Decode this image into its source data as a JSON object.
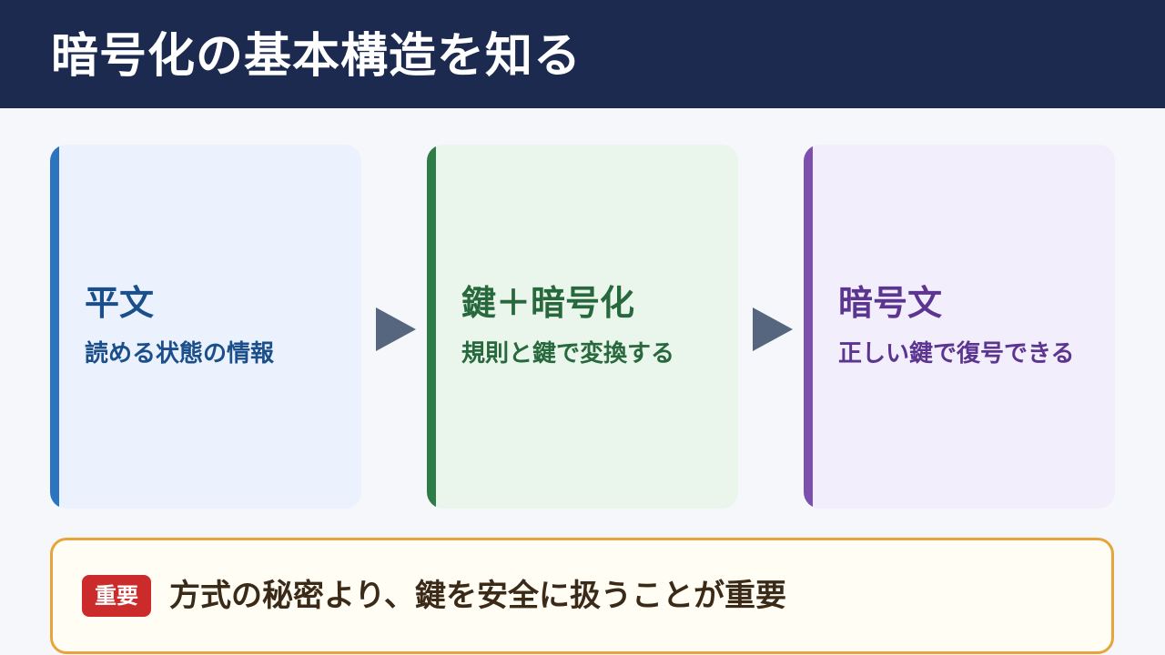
{
  "header": {
    "title": "暗号化の基本構造を知る"
  },
  "steps": [
    {
      "title": "平文",
      "description": "読める状態の情報"
    },
    {
      "title": "鍵＋暗号化",
      "description": "規則と鍵で変換する"
    },
    {
      "title": "暗号文",
      "description": "正しい鍵で復号できる"
    }
  ],
  "note": {
    "badge": "重要",
    "text": "方式の秘密より、鍵を安全に扱うことが重要"
  },
  "colors": {
    "header_bg": "#1b2a4e",
    "plaintext_accent": "#2b74c0",
    "key_accent": "#2e7d46",
    "cipher_accent": "#7d4fae",
    "note_border": "#e7a43a",
    "badge_bg": "#cb2b2b",
    "arrow": "#56667e"
  },
  "icons": {
    "arrow": "triangle-right-icon"
  }
}
